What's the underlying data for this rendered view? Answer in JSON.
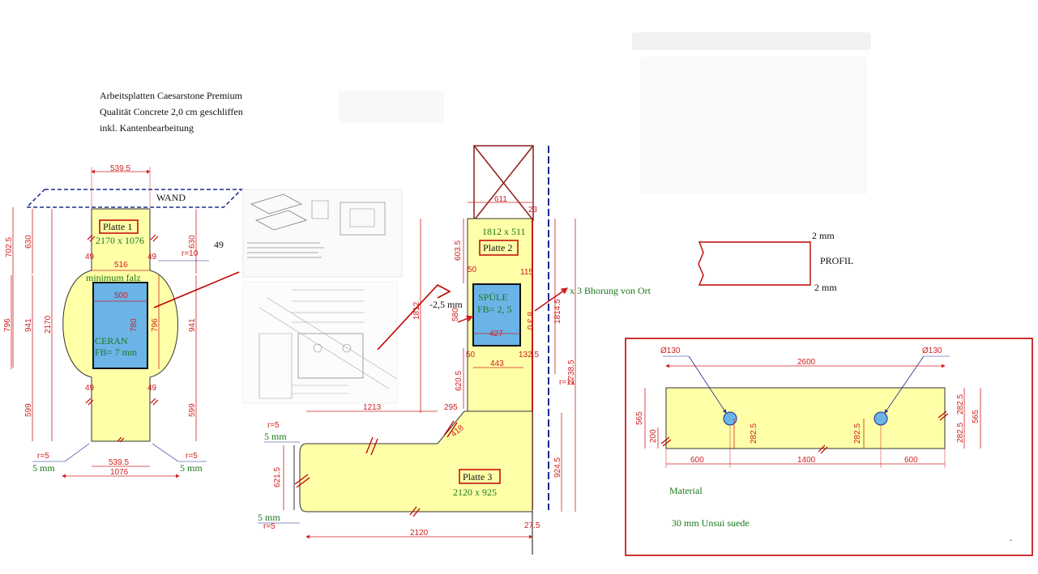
{
  "notes": {
    "line1": "Arbeitsplatten Caesarstone Premium",
    "line2": "Qualität Concrete 2,0 cm geschliffen",
    "line3": "inkl. Kantenbearbeitung"
  },
  "wall_label": "WAND",
  "plate1": {
    "name": "Platte 1",
    "size": "2170 x 1076",
    "minfalz": "minimum falz",
    "ceran": "CERAN",
    "fb": "FB= 7 mm",
    "dims": {
      "top_width": "539.5",
      "h7025": "702.5",
      "h630l": "630",
      "h630r": "630",
      "w516": "516",
      "w49a": "49",
      "w49b": "49",
      "r10": "r=10",
      "w500": "500",
      "h796l": "796",
      "h941l": "941",
      "h2170": "2170",
      "h780": "780",
      "h796r": "796",
      "h941r": "941",
      "w49c": "49",
      "w49d": "49",
      "h599l": "599",
      "h599r": "599",
      "r5l": "r=5",
      "r5r": "r=5",
      "mm5l": "5 mm",
      "mm5r": "5 mm",
      "bottom_width": "539.5",
      "total_width": "1076",
      "callout": "49"
    }
  },
  "plate2": {
    "name": "Platte 2",
    "size": "1812 x 511",
    "spuele": "SPÜLE",
    "fb": "FB= 2, 5",
    "minus25": "-2,5 mm",
    "bohrung": "x 3 Bhorung  von Ort",
    "dims": {
      "w611": "611",
      "w23": "23",
      "h6035": "603.5",
      "w50": "50",
      "w115": "115",
      "h1812": "1812",
      "h580": "580",
      "w427": "427",
      "w443": "443",
      "w50b": "50",
      "w1325": "132.5",
      "h6205": "620.5",
      "r11": "r=11",
      "h18145": "1814.5",
      "h27385": "2738.5",
      "w8": "8 3 0"
    }
  },
  "plate3": {
    "name": "Platte 3",
    "size": "2120 x 925",
    "dims": {
      "w1213": "1213",
      "w295": "295",
      "w418": "418",
      "r5a": "r=5",
      "mm5a": "5 mm",
      "h6215": "621.5",
      "mm5b": "5 mm",
      "r5b": "r=5",
      "w2120": "2120",
      "w275": "27.5",
      "h9245": "924.5"
    }
  },
  "profil": {
    "label": "PROFIL",
    "top": "2 mm",
    "bottom": "2 mm"
  },
  "detail": {
    "d1": "Ø130",
    "d2": "Ø130",
    "w2600": "2600",
    "h565l": "565",
    "h200": "200",
    "h2825a": "282.5",
    "h2825b": "282.5",
    "h2825r1": "282.5",
    "h2825r2": "282.5",
    "h565r": "565",
    "w600l": "600",
    "w1400": "1400",
    "w600r": "600",
    "material_label": "Material",
    "material_value": "30 mm Unsui suede",
    "dot": "."
  },
  "colors": {
    "countertop": "#ffffa8",
    "cutout": "#6ab4e8",
    "dimension": "#d02020",
    "label_green": "#1a7a1a",
    "wall_blue": "#1c2a8c"
  }
}
